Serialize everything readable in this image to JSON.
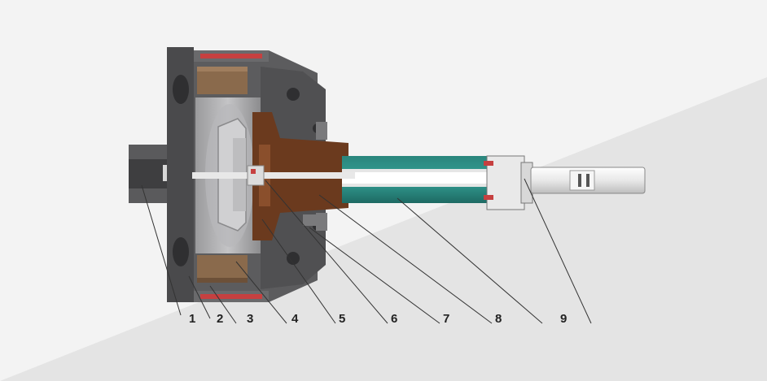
{
  "diagram": {
    "part_labels": [
      "1",
      "2",
      "3",
      "4",
      "5",
      "6",
      "7",
      "8",
      "9"
    ]
  },
  "colors": {
    "background_light": "#f3f3f3",
    "background_dark": "#e6e6e6",
    "housing_dark": "#4a4a4c",
    "housing_mid": "#6e6e70",
    "cavity": "#a8a8aa",
    "coil": "#8a6a4c",
    "heater_red": "#c64040",
    "flange_brown": "#6b3a1e",
    "tube_teal": "#2f8f86",
    "tube_teal_dark": "#1f6f68",
    "probe_white": "#f2f2f2",
    "leader_line": "#333333"
  }
}
